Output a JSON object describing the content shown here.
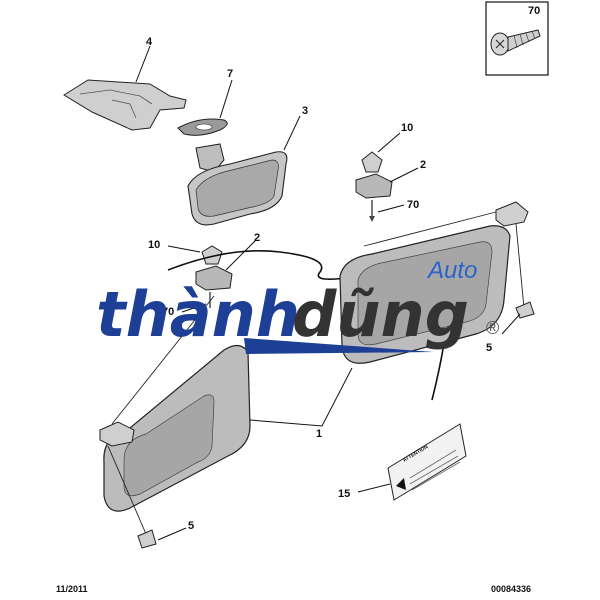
{
  "callouts": {
    "c1": "1",
    "c2a": "2",
    "c2b": "2",
    "c3": "3",
    "c4": "4",
    "c5a": "5",
    "c5b": "5",
    "c7": "7",
    "c10a": "10",
    "c10b": "10",
    "c15": "15",
    "c70a": "70",
    "c70b": "70",
    "c70box": "70"
  },
  "footer": {
    "date": "11/2011",
    "code": "00084336"
  },
  "watermark": {
    "brand_part1": "thành",
    "brand_part2": "dũng",
    "sub": "Auto",
    "registered": "®",
    "colors": {
      "part1": "#1e3f96",
      "part2": "#333333",
      "sub": "#2c63c9"
    }
  },
  "label_sticker": {
    "heading": "ATTENTION"
  }
}
